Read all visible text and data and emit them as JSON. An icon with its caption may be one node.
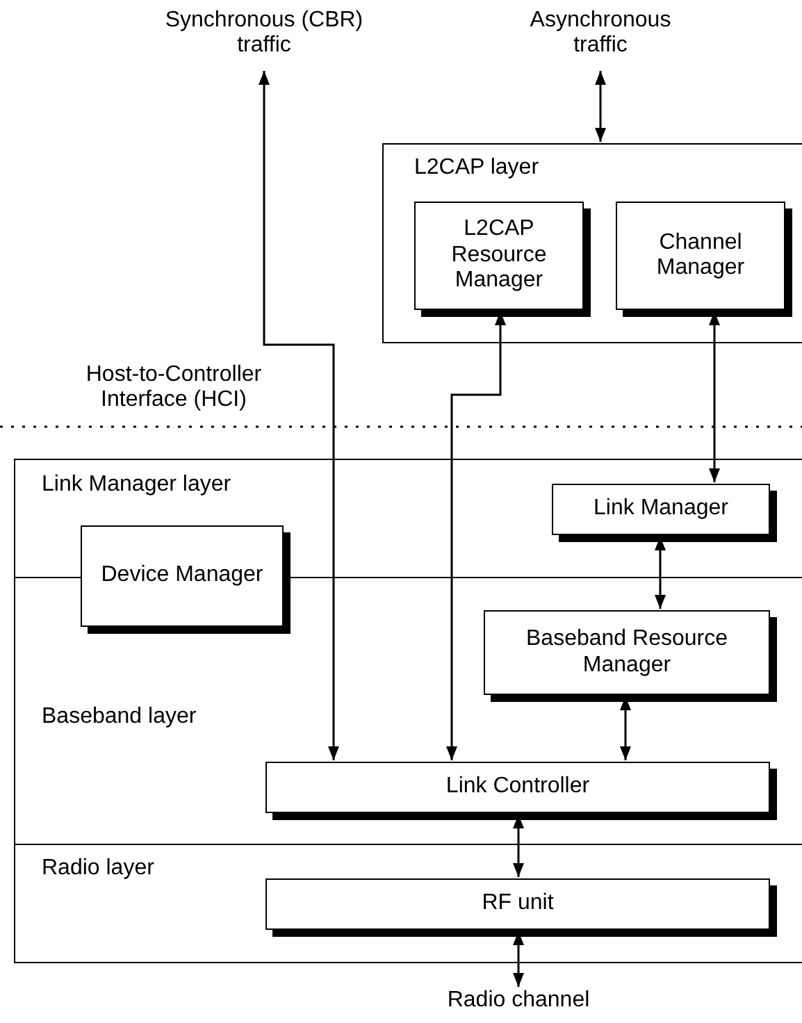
{
  "diagram": {
    "nodes": [
      {
        "text": [
          "Synchronous (CBR) traffic"
        ]
      },
      {
        "text": [
          "Asynchronous traffic"
        ]
      },
      {
        "text": [
          "L2CAP layer"
        ]
      },
      {
        "text": [
          "L2CAP Resource Manager"
        ],
        "in": 2
      },
      {
        "text": [
          "Channel Manager"
        ],
        "in": 2
      },
      {
        "text": [
          "Link Manager layer"
        ]
      },
      {
        "text": [
          "Link Manager"
        ],
        "in": 5
      },
      {
        "text": [
          "Device Manager"
        ]
      },
      {
        "text": [
          "Baseband layer"
        ]
      },
      {
        "text": [
          "Baseband Resource Manager"
        ],
        "in": 8
      },
      {
        "text": [
          "Link Controller"
        ],
        "in": 8
      },
      {
        "text": [
          "Radio layer"
        ]
      },
      {
        "text": [
          "RF unit"
        ],
        "in": 11
      },
      {
        "text": [
          "Radio channel"
        ]
      }
    ],
    "edges": [
      {
        "from": 10,
        "to": 0,
        "arrow": "both"
      },
      {
        "from": 1,
        "to": 2,
        "arrow": "both"
      },
      {
        "from": 3,
        "to": 10,
        "arrow": "both"
      },
      {
        "from": 4,
        "to": 6,
        "arrow": "both"
      },
      {
        "from": 6,
        "to": 9,
        "arrow": "both"
      },
      {
        "from": 9,
        "to": 10,
        "arrow": "both"
      },
      {
        "from": 10,
        "to": 12,
        "arrow": "both"
      },
      {
        "from": 12,
        "to": 13,
        "arrow": "both"
      }
    ],
    "labels": [
      "Host-to-Controller Interface (HCI)"
    ]
  }
}
